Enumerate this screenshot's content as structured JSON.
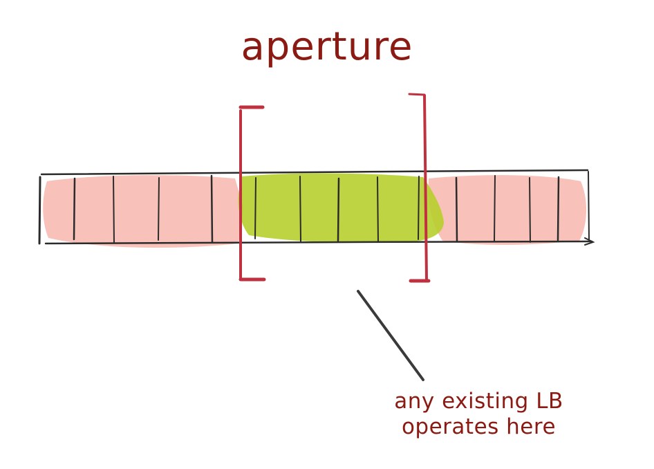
{
  "title": "aperture",
  "annotation": {
    "line1": "any existing LB",
    "line2": "operates here"
  },
  "colors": {
    "text_accent": "#8b1a12",
    "bracket": "#c0313f",
    "outside_fill": "#f6b3aa",
    "inside_fill": "#b7cf2e",
    "ink": "#2b2b2b"
  },
  "strip": {
    "cells_total": 14,
    "aperture_cells": 4
  }
}
